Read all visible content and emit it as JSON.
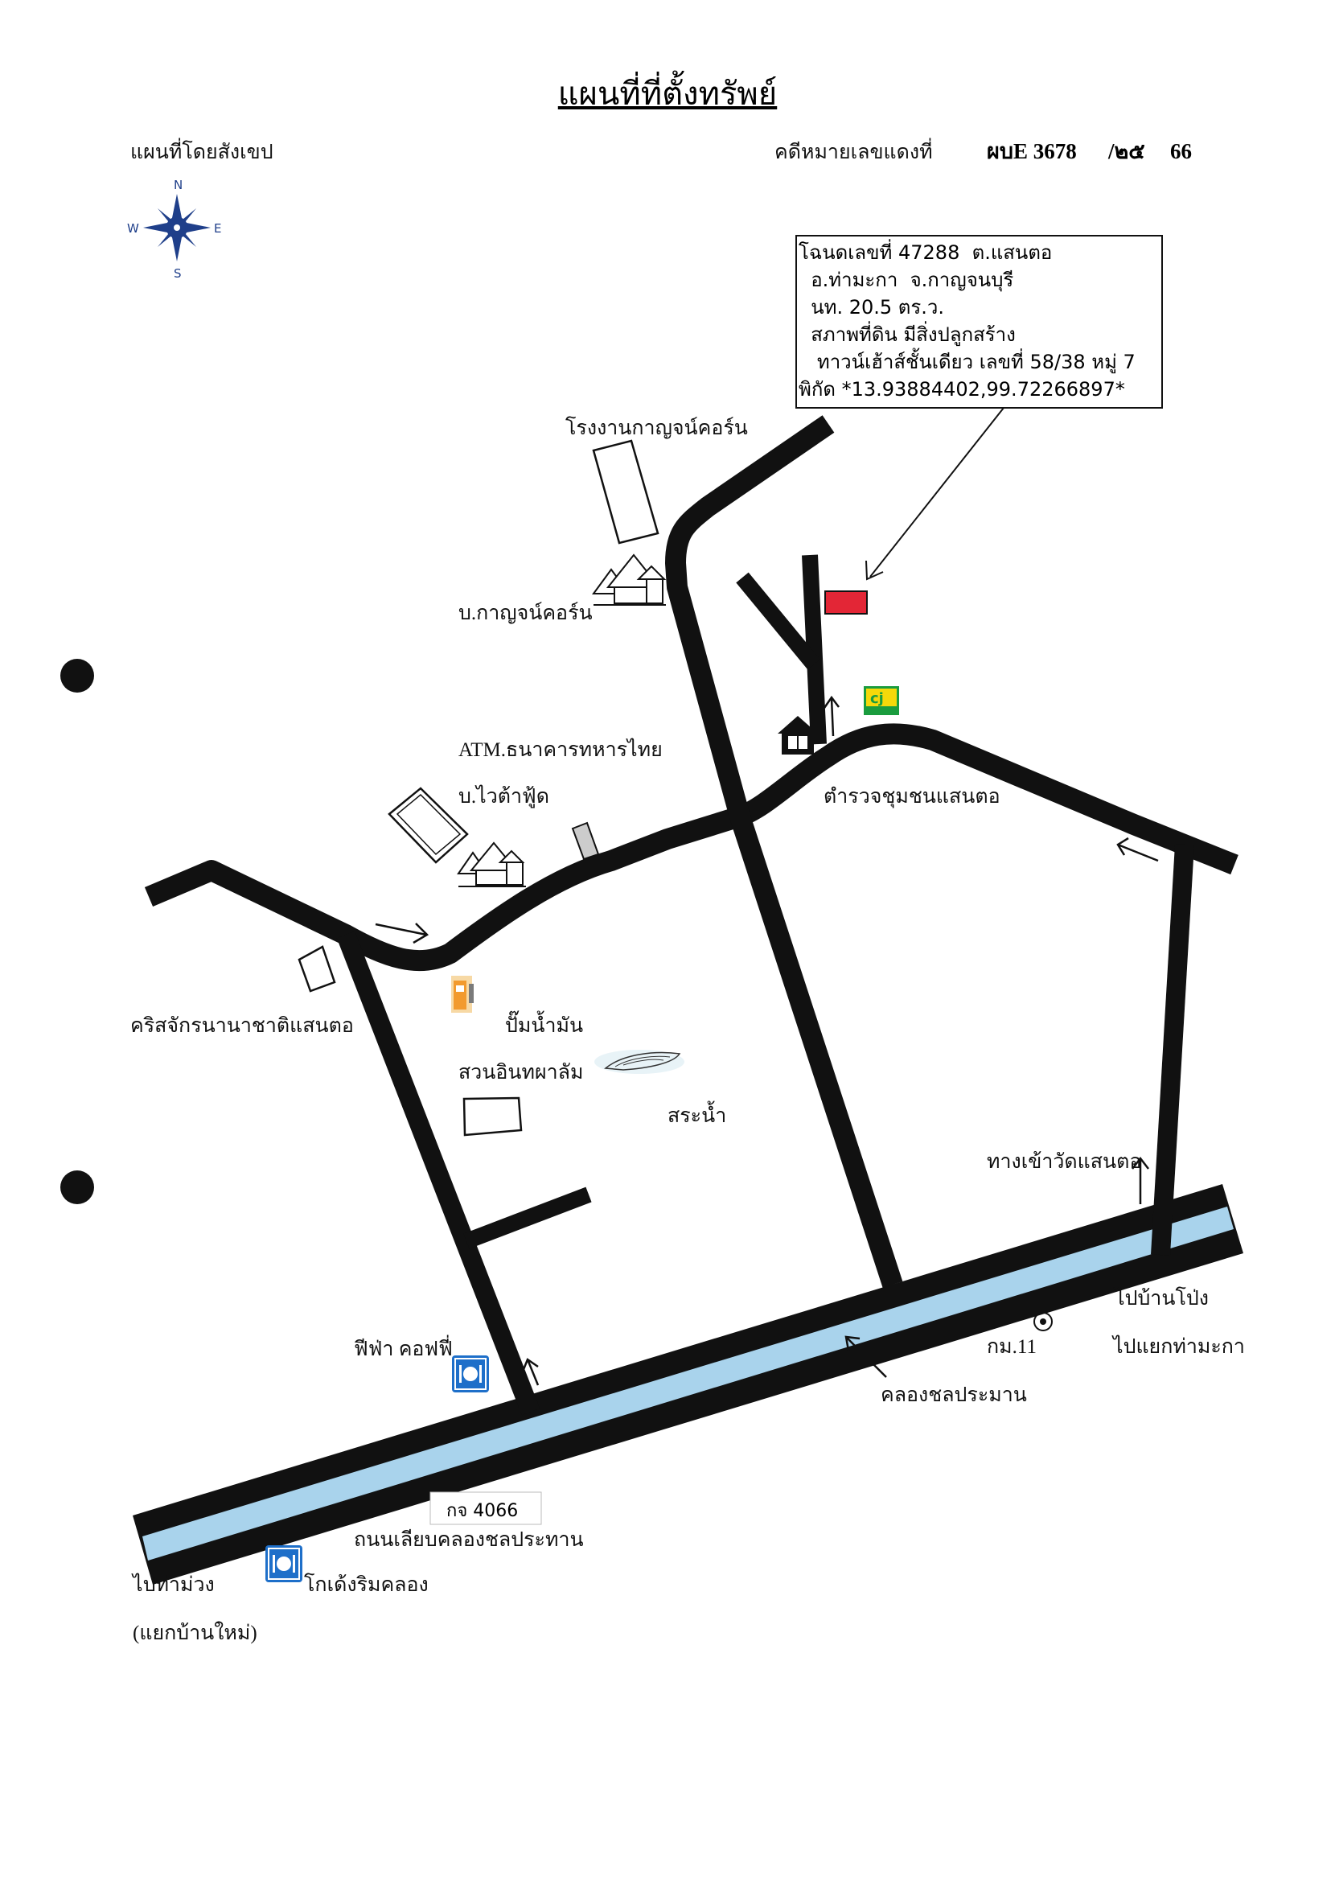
{
  "header": {
    "title": "แผนที่ที่ตั้งทรัพย์",
    "subtitle": "แผนที่โดยสังเขป",
    "case_label": "คดีหมายเลขแดงที่",
    "case_number": "ผบE 3678",
    "case_year": "/๒๕",
    "case_year2": "66"
  },
  "compass": {
    "n": "N",
    "s": "S",
    "e": "E",
    "w": "W"
  },
  "info_box": {
    "lines": [
      "โฉนดเลขที่ 47288  ต.แสนตอ",
      "  อ.ท่ามะกา  จ.กาญจนบุรี",
      "  นท. 20.5 ตร.ว.",
      "  สภาพที่ดิน มีสิ่งปลูกสร้าง",
      "   ทาวน์เฮ้าส์ชั้นเดียว เลขที่ 58/38 หมู่ 7",
      "พิกัด *13.93884402,99.72266897*"
    ]
  },
  "labels": {
    "factory": "โรงงานกาญจน์คอร์น",
    "kanchancorn_house": "บ.กาญจน์คอร์น",
    "atm": "ATM.ธนาคารทหารไทย",
    "vaita_food": "บ.ไวต้าฟู้ด",
    "police": "ตำรวจชุมชนแสนตอ",
    "church": "คริสจักรนานาชาติแสนตอ",
    "gas": "ปั๊มน้ำมัน",
    "palm": "สวนอินทผาลัม",
    "pond": "สระน้ำ",
    "temple_entry": "ทางเข้าวัดแสนตอ",
    "ban_pong": "ไปบ้านโป่ง",
    "tha_maka": "ไปแยกท่ามะกา",
    "km": "กม.11",
    "fifa": "ฟีฟ่า คอฟฟี่",
    "canal": "คลองชลประมาน",
    "route_no": "กจ 4066",
    "canal_road": "ถนนเลียบคลองชลประทาน",
    "tha_muang": "ไปท่าม่วง",
    "ban_mai": "(แยกบ้านใหม่)",
    "kodeng": "โกเด้งริมคลอง"
  },
  "icons": [
    "compass-rose-icon",
    "house-icon",
    "factory-building",
    "atm-building",
    "gas-pump-icon",
    "school-icon",
    "cj-store-icon",
    "restaurant-icon",
    "pond-icon",
    "km-marker-icon"
  ],
  "colors": {
    "road": "#111111",
    "canal": "#a9d3ec",
    "property": "#e32636",
    "cj_green": "#1a9c3e",
    "cj_yellow": "#f5d90a",
    "restaurant_blue": "#1e6fc9"
  }
}
